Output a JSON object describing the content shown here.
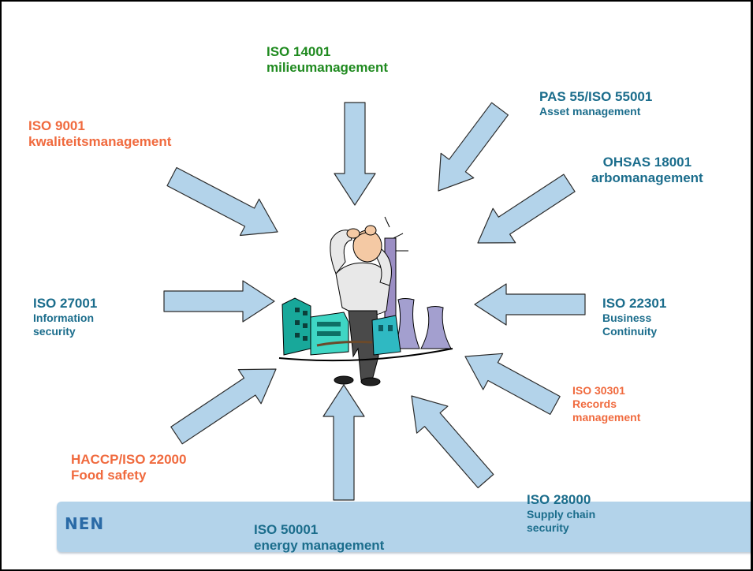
{
  "logo": "NEN",
  "labels": {
    "iso14001": {
      "line1": "ISO 14001",
      "line2": "milieumanagement"
    },
    "pas55": {
      "line1": "PAS 55/ISO 55001",
      "line2": "Asset management"
    },
    "iso9001": {
      "line1": "ISO 9001",
      "line2": "kwaliteitsmanagement"
    },
    "ohsas": {
      "line1": "OHSAS 18001",
      "line2": "arbomanagement"
    },
    "iso27001": {
      "line1": "ISO 27001",
      "line2": "Information",
      "line3": "security"
    },
    "iso22301": {
      "line1": "ISO 22301",
      "line2": "Business",
      "line3": "Continuity"
    },
    "iso30301": {
      "line1": "ISO 30301",
      "line2": "Records",
      "line3": "management"
    },
    "haccp": {
      "line1": "HACCP/ISO 22000",
      "line2": "Food safety"
    },
    "iso28000": {
      "line1": "ISO 28000",
      "line2": "Supply chain",
      "line3": "security"
    },
    "iso50001": {
      "line1": "ISO 50001",
      "line2": "energy management"
    }
  },
  "colors": {
    "blue": "#1b6d8c",
    "green": "#1f8a1f",
    "orange": "#f06a3e",
    "arrow_fill": "#b3d3ea",
    "band": "#b3d3ea"
  },
  "icons": {
    "center": "manager-with-factory-illustration",
    "arrows": "block-arrow"
  }
}
